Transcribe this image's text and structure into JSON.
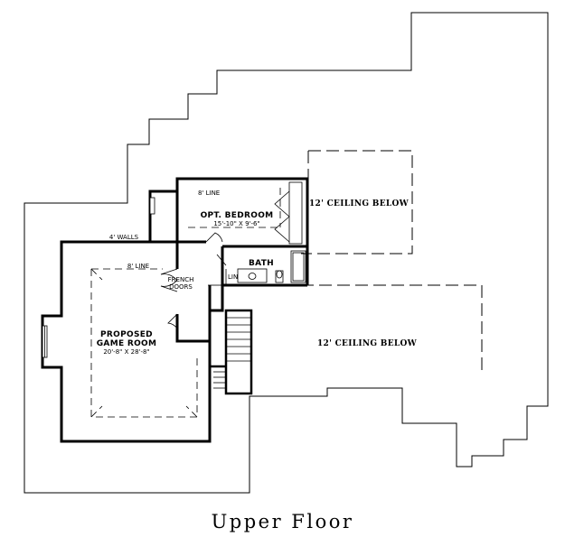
{
  "title": "Upper Floor",
  "rooms": {
    "opt_bedroom": {
      "name": "OPT. BEDROOM",
      "dims": "15'-10\" X 9'-6\""
    },
    "bath": {
      "name": "BATH"
    },
    "game_room": {
      "name_line1": "PROPOSED",
      "name_line2": "GAME ROOM",
      "dims": "20'-8\" X 28'-8\""
    }
  },
  "notes": {
    "line_8_bedroom": "8' LINE",
    "line_8_game": "8' LINE",
    "walls_4": "4' WALLS",
    "french_line1": "FRENCH",
    "french_line2": "DOORS",
    "linen": "LIN"
  },
  "ceilings": {
    "upper": "12' CEILING BELOW",
    "lower": "12' CEILING BELOW"
  }
}
